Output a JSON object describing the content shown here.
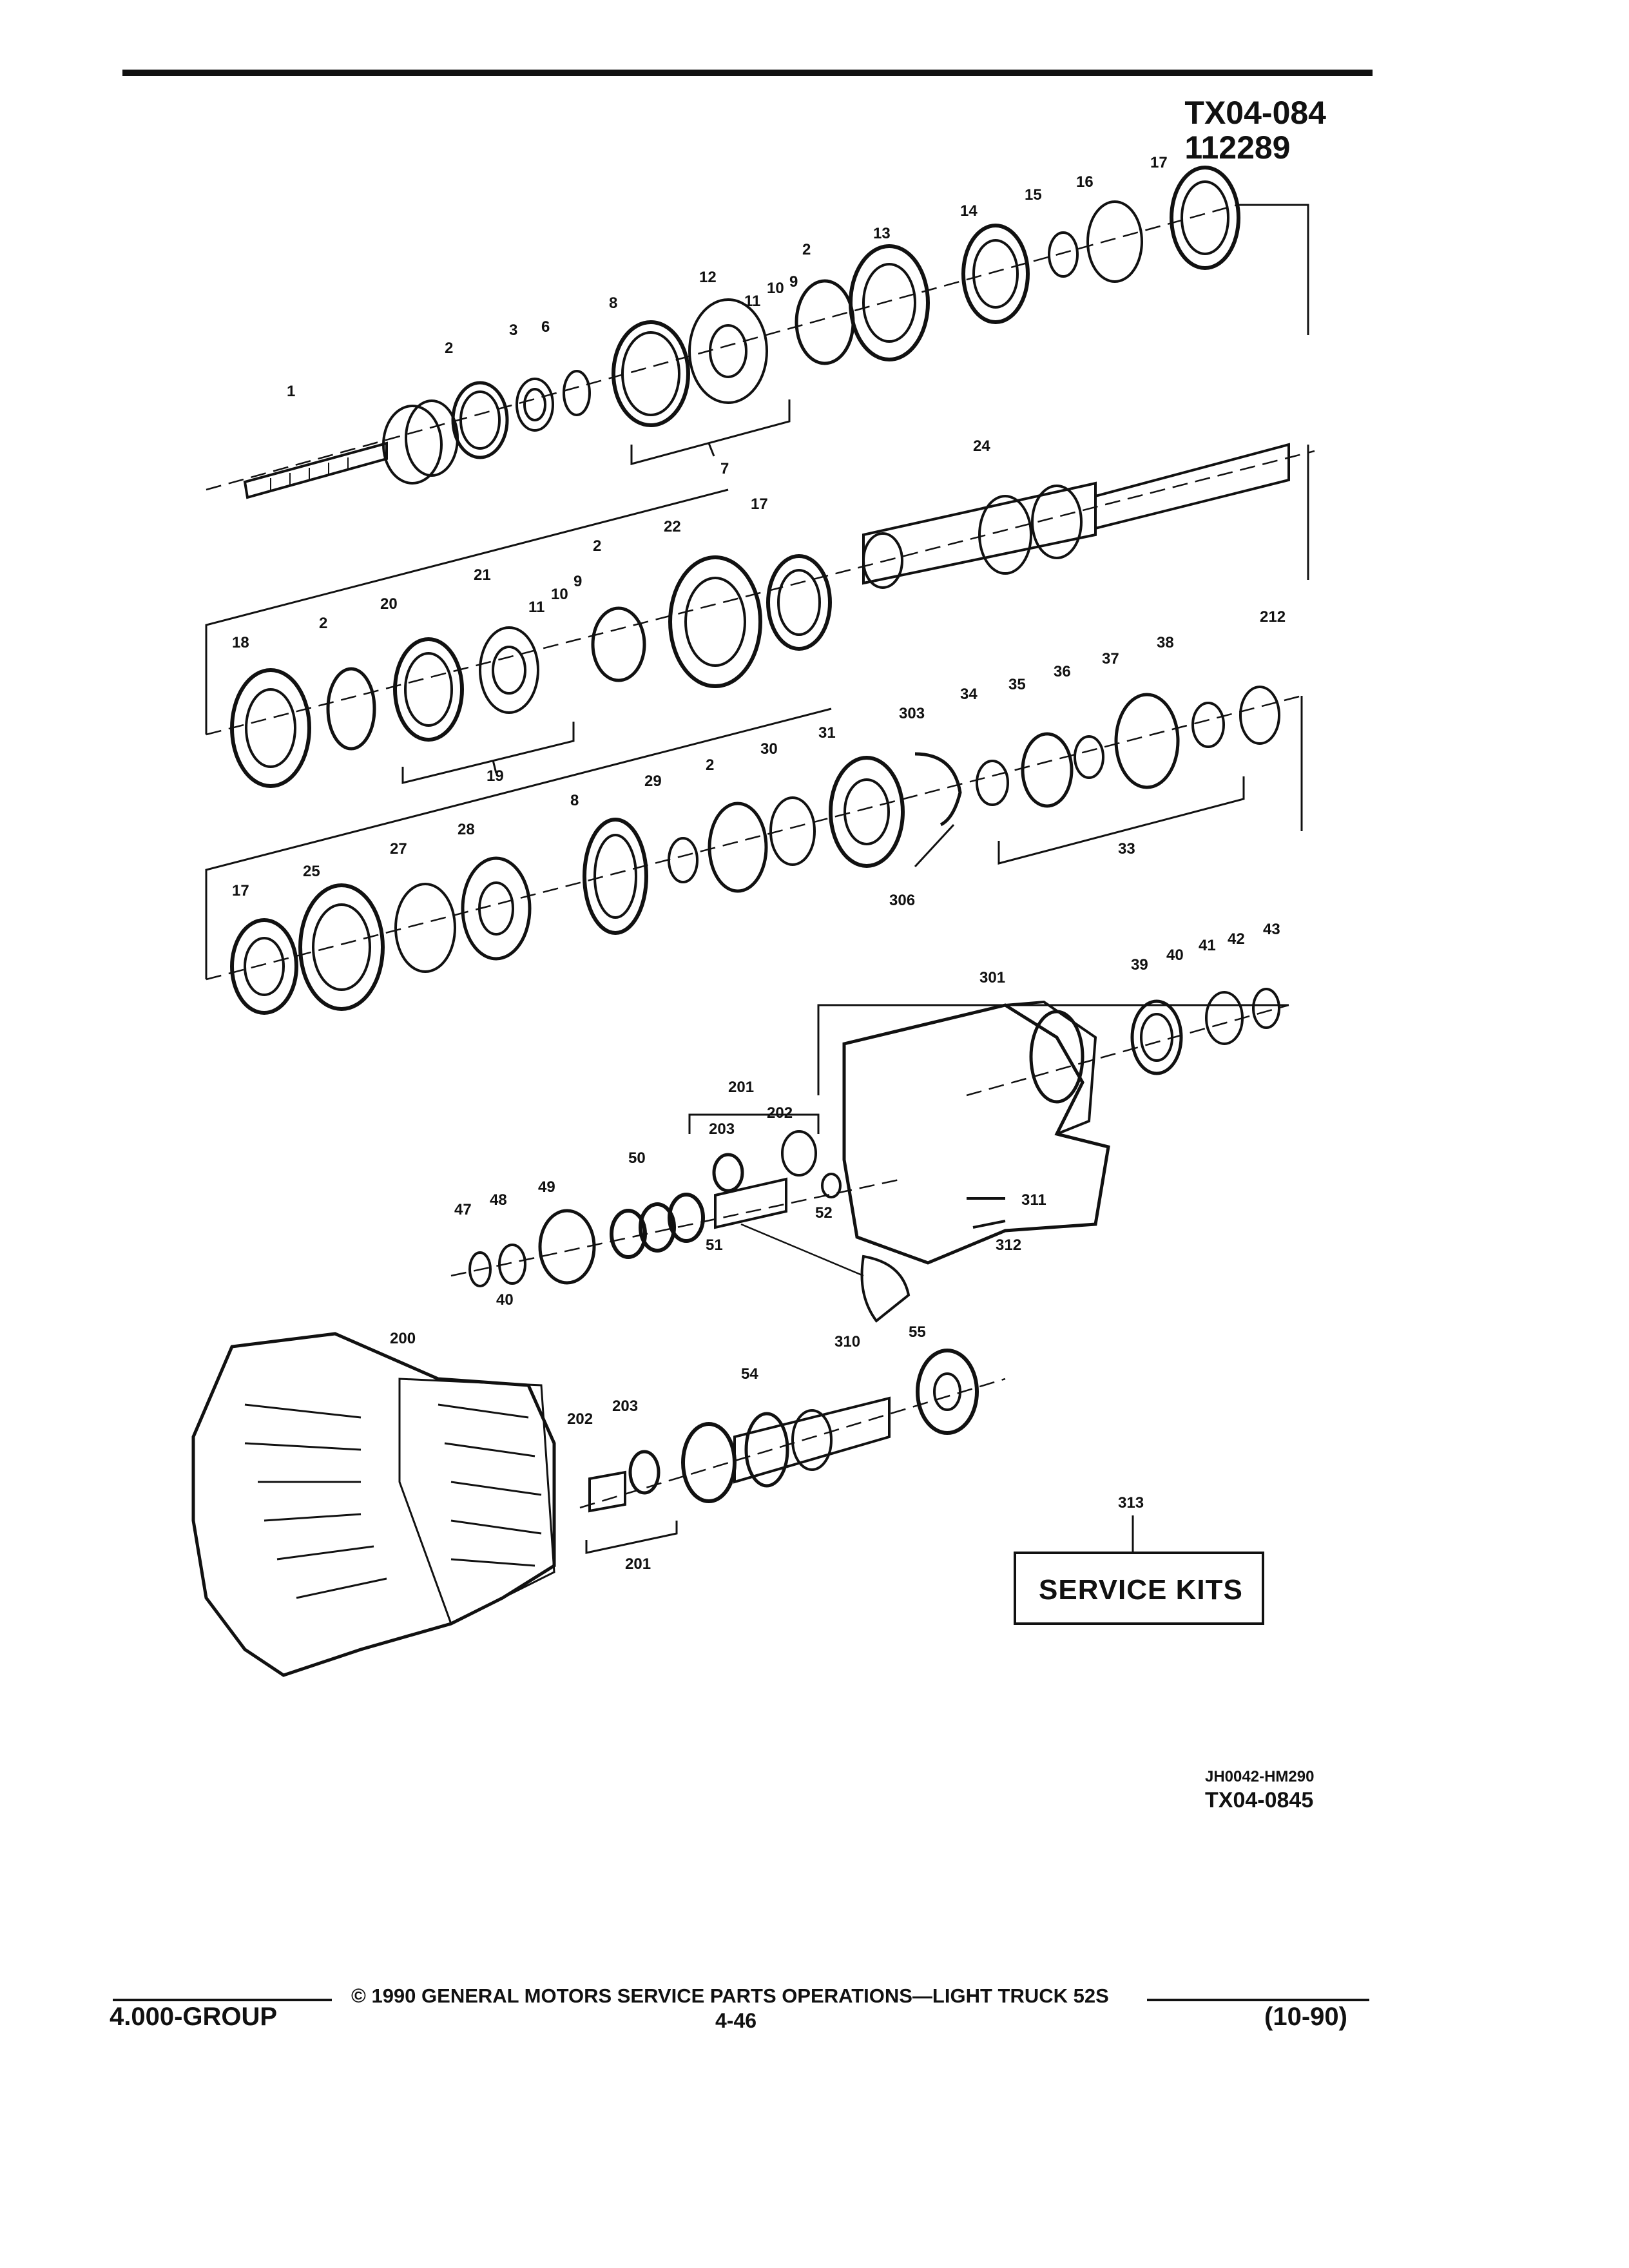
{
  "header": {
    "code_line1": "TX04-084",
    "code_line2": "112289"
  },
  "figure": {
    "code_small": "JH0042-HM290",
    "code_main": "TX04-0845",
    "service_kit_number": "313",
    "service_kit_label": "SERVICE KITS"
  },
  "callouts": [
    "1",
    "2",
    "3",
    "6",
    "8",
    "12",
    "11",
    "10",
    "9",
    "2",
    "13",
    "14",
    "15",
    "16",
    "17",
    "7",
    "24",
    "22",
    "17",
    "2",
    "21",
    "11",
    "10",
    "9",
    "20",
    "2",
    "18",
    "19",
    "212",
    "38",
    "37",
    "36",
    "35",
    "34",
    "303",
    "31",
    "30",
    "2",
    "29",
    "8",
    "28",
    "27",
    "25",
    "17",
    "33",
    "306",
    "43",
    "42",
    "41",
    "40",
    "39",
    "301",
    "201",
    "202",
    "203",
    "50",
    "49",
    "48",
    "47",
    "40",
    "52",
    "51",
    "311",
    "312",
    "310",
    "200",
    "55",
    "54",
    "203",
    "202",
    "201"
  ],
  "footer": {
    "copyright": "© 1990 GENERAL MOTORS SERVICE PARTS OPERATIONS—LIGHT TRUCK 52S",
    "group": "4.000-GROUP",
    "page": "4-46",
    "date": "(10-90)"
  }
}
